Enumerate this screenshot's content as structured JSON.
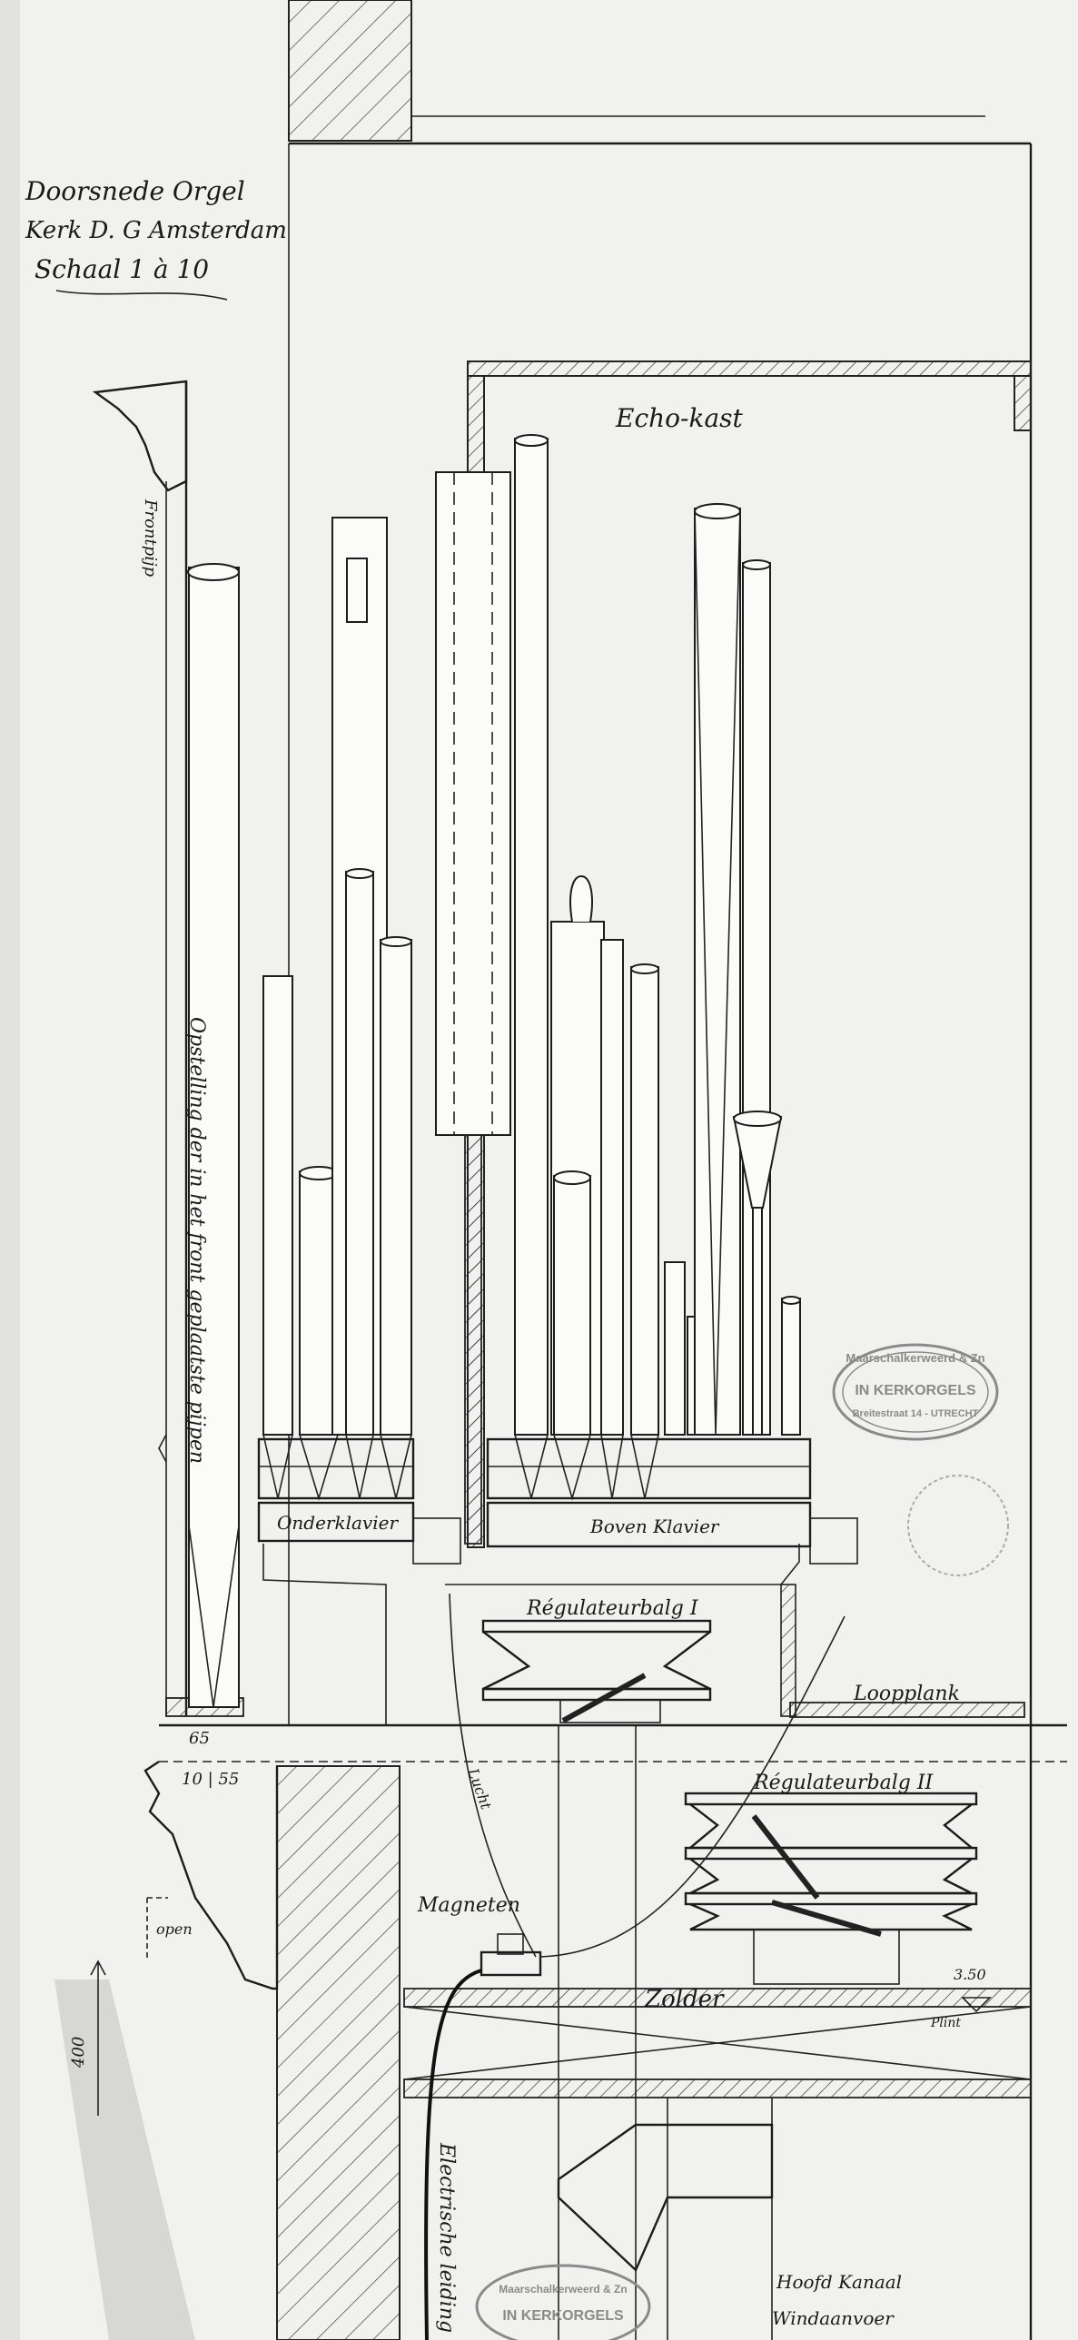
{
  "sheet": {
    "title_lines": [
      "Doorsnede Orgel",
      "Kerk D. G Amsterdam",
      "Schaal 1 à 10"
    ],
    "labels": {
      "echo_kast": "Echo-kast",
      "onderklavier": "Onderklavier",
      "bovenklavier": "Boven Klavier",
      "regulateurbalg_1": "Régulateurbalg I",
      "regulateurbalg_2": "Régulateurbalg II",
      "loopplank": "Loopplank",
      "magneten": "Magneten",
      "zolder": "Zolder",
      "hoofdkanaal": "Hoofd Kanaal",
      "windaanvoer": "Windaanvoer",
      "electrische_leiding": "Electrische leiding",
      "front_note": "Opstelling der in het front geplaatste pijpen",
      "open": "open",
      "bouw_note": "Plint",
      "dim_65": "65",
      "dim_10_55": "10 | 55",
      "dim_400": "400",
      "dim_350": "3.50",
      "side_note": "Frontpijp",
      "pipe_label": "Lucht"
    },
    "stamp": {
      "line1": "Maarschalkerweerd & Zn",
      "line2": "IN KERKORGELS",
      "line3": "Breitestraat 14 - UTRECHT"
    },
    "colors": {
      "ink": "#1c1c1c",
      "paper": "#f1f1ef",
      "stamp": "#8a8a8a"
    }
  }
}
